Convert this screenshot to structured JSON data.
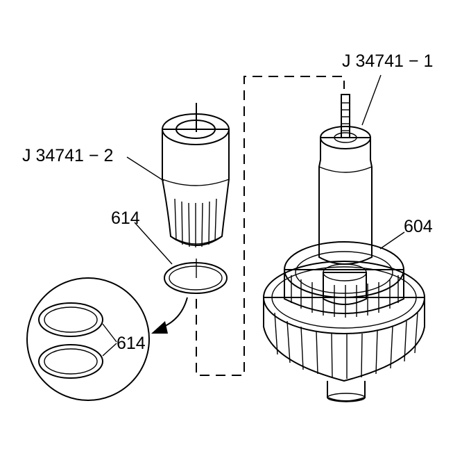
{
  "labels": {
    "tool_holder": "J 34741 − 1",
    "tool_sleeve": "J 34741 − 2",
    "seal_ring": "614",
    "seal_ring_detail": "614",
    "drum_assembly": "604"
  },
  "colors": {
    "line": "#000000",
    "stipple": "#9a9a9a",
    "background": "#ffffff"
  }
}
